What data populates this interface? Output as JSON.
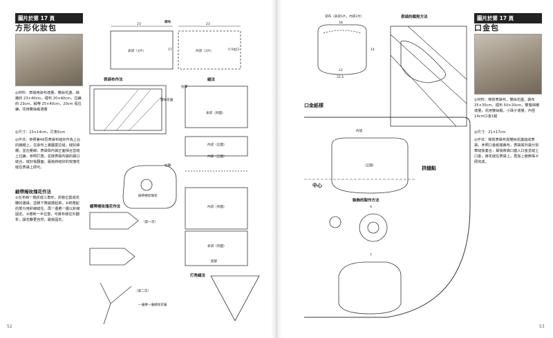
{
  "left_page": {
    "header": "圖片於第 17 頁",
    "title": "方形化妝包",
    "materials_text": "◎材料：表袋用染布適量，雙絲花邊，綿襯約 23×40cm，裡布 20×40cm，拉鍊約 23cm，緞帶 25×40cm，20cm 長拉鍊，花用雙絲緞適量",
    "size_text": "◎尺寸：23×14cm，打角5cm",
    "method_text": "◎作法：參照第48頁表袋布縫好作為上台的腸繩上，在染布上畫圖案拉縫，縫好綿襯，並在壓線，表袋與內袋正面相合並縫上拉鍊，參照打角，並做表袋內袋的袋口縫合，縫好後翻面；最後將縫好的玫瑰花縫在表袋上即可。",
    "section2_title": "緞帶捲玫瑰花作法",
    "section2_text": "①在布條一端折成三角形，折痕位置成花瓣的邊緣，並朝下捲繞捲起來。②將捲起的部分用針線縫住，再一邊捲一邊以針線固定。③捲到一半位置，可將布條往外翻折，讓花瓣更自然，最後固定。",
    "page_number": "52"
  },
  "right_page": {
    "header": "圖片於第 17 頁",
    "title": "口金包",
    "materials_text": "◎材料：棉質表袋布，雙絲花邊，袋布 25×35cm，裡布 50×20cm，雙層綿襯適量，花用雙絲緞，小珠子適量，內徑14cm口金1組",
    "size_text": "◎尺寸：21×17cm",
    "method_text": "◎作法：棉質表袋布與雙絲花邊縫成表袋，參照口金紙樣裁布，表袋與內袋分別車縫後套合，最後將袋口塞入口金並縫上口金，將花縫在表袋上，再加上裝飾珠子即完成。",
    "page_number": "53"
  },
  "labels": {
    "outer_bag": "表袋（1片）",
    "inner_bag": "內袋（1片）",
    "dim_23": "23",
    "dim_17": "17",
    "seam_allowance": "0.5拉口",
    "bag_fabric": "袋布",
    "outer_method": "表袋布作法",
    "lace_edge": "雙絲花邊",
    "zipper_edge": "拉鍊",
    "zipper": "拉鍊",
    "sew_method": "縫法",
    "outer_front": "表袋（背面）",
    "inner_front": "內袋（正面）",
    "inner_front2": "內袋（正面）",
    "inner_back": "內袋（背面）",
    "outer_back": "表袋（背面）",
    "bottom": "底部",
    "flower_note": "緞帶捲玫瑰花",
    "ribbon_method": "緞帶捲玫瑰花作法",
    "corner_method": "打角縫法",
    "step_fold": "（第一次）",
    "step_fold2": "（第二次）",
    "sew_note": "一邊捲一邊縫住花邊",
    "pattern_bag": "袋布（表袋1片，內袋2片）",
    "cut_method": "表袋的裁剪方法",
    "purse_pattern": "口金紙樣",
    "center": "中心",
    "join_point": "拼縫點",
    "lining": "內袋",
    "front": "（正面）",
    "flower_method": "裝飾的製作方法",
    "dim_4": "4",
    "dim_7": "7",
    "dim_12": "12",
    "dim_18": "18",
    "dim_22_5": "22.5",
    "dim_14": "14"
  }
}
